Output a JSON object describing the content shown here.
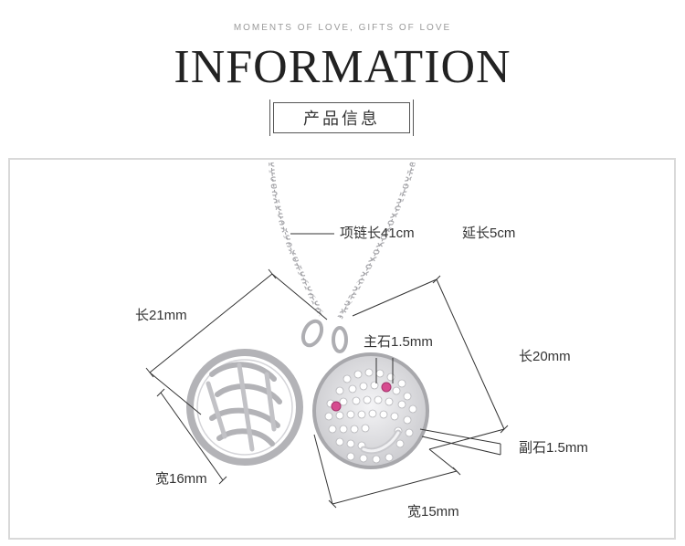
{
  "header": {
    "tagline": "MOMENTS OF LOVE, GIFTS OF LOVE",
    "title": "INFORMATION",
    "section_label": "产品信息"
  },
  "specs": {
    "chain_length": "项链长41cm",
    "extension": "延长5cm",
    "left_length": "长21mm",
    "left_width": "宽16mm",
    "main_stone": "主石1.5mm",
    "right_length": "长20mm",
    "side_stone": "副石1.5mm",
    "right_width": "宽15mm"
  },
  "colors": {
    "frame_border": "#d9d9d9",
    "dimension_line": "#333333",
    "silver": "#b8b8bc",
    "pink_stone": "#d64b8f"
  }
}
